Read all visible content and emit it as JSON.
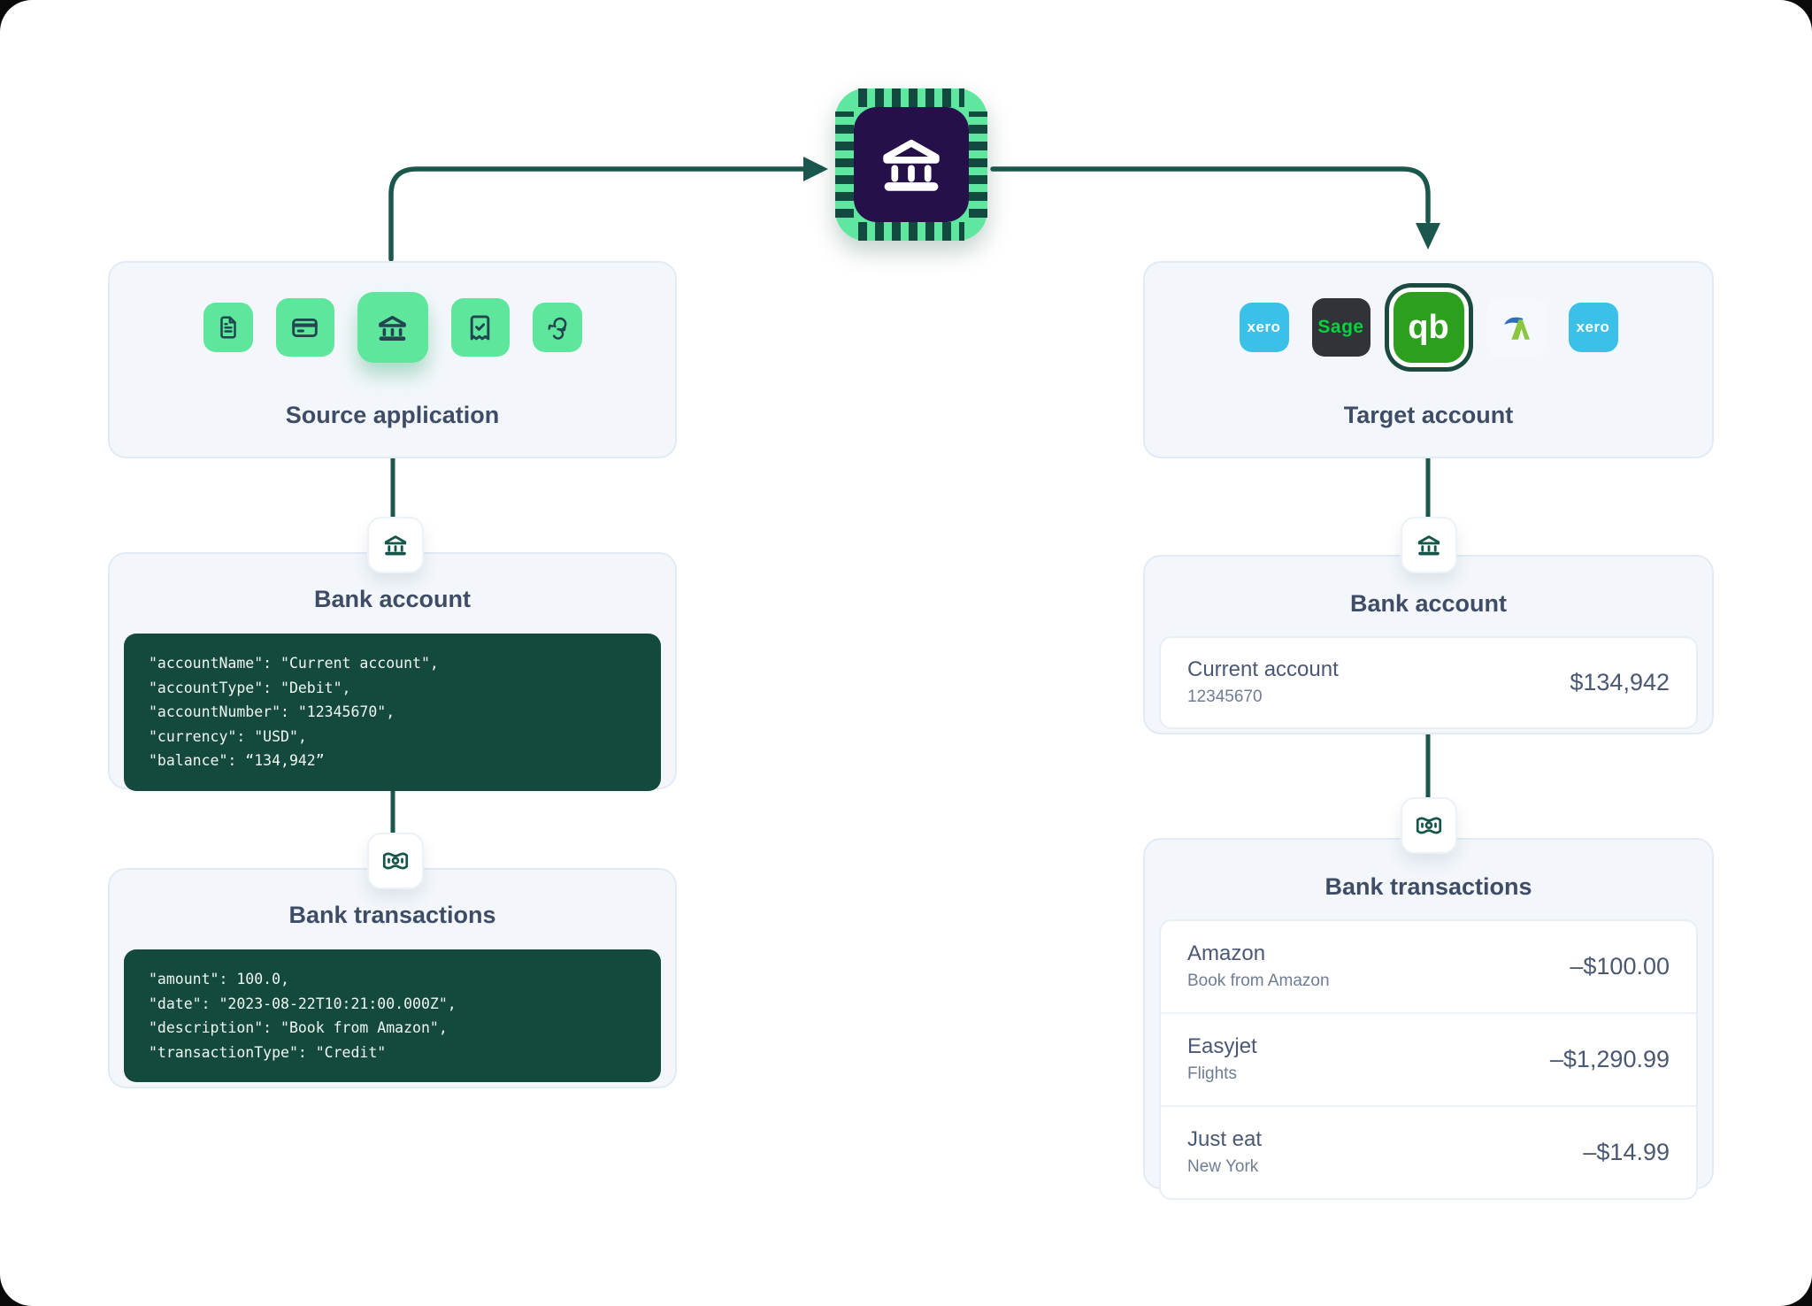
{
  "colors": {
    "accent_green": "#5FE69D",
    "connector_teal": "#1C574E",
    "code_background": "#14493D",
    "heading_slate": "#3E4C66",
    "card_background": "#F3F7FB",
    "chip_core_purple": "#26104A",
    "xero_blue": "#3BC1E8",
    "sage_green": "#00D639",
    "quickbooks_green": "#2CA01C"
  },
  "source_card": {
    "title": "Source application",
    "icons": [
      "file-document",
      "credit-card",
      "bank",
      "receipt-check",
      "currency-exchange"
    ]
  },
  "target_card": {
    "title": "Target account",
    "logos": [
      {
        "name": "xero",
        "label": "xero"
      },
      {
        "name": "sage",
        "label": "Sage"
      },
      {
        "name": "quickbooks",
        "label": "qb"
      },
      {
        "name": "freeagent",
        "label": ""
      },
      {
        "name": "xero",
        "label": "xero"
      }
    ]
  },
  "bank_account_source": {
    "title": "Bank account",
    "code": [
      "\"accountName\": \"Current account\",",
      "\"accountType\": \"Debit\",",
      "\"accountNumber\": \"12345670\",",
      "\"currency\": \"USD\",",
      "\"balance\": “134,942”"
    ]
  },
  "bank_transactions_source": {
    "title": "Bank transactions",
    "code": [
      "\"amount\": 100.0,",
      "\"date\": \"2023-08-22T10:21:00.000Z\",",
      "\"description\": \"Book from Amazon\",",
      "\"transactionType\": \"Credit\""
    ]
  },
  "bank_account_target": {
    "title": "Bank account",
    "account_name": "Current account",
    "account_number": "12345670",
    "balance": "$134,942"
  },
  "bank_transactions_target": {
    "title": "Bank transactions",
    "rows": [
      {
        "merchant": "Amazon",
        "description": "Book from Amazon",
        "amount": "–$100.00"
      },
      {
        "merchant": "Easyjet",
        "description": "Flights",
        "amount": "–$1,290.99"
      },
      {
        "merchant": "Just eat",
        "description": "New York",
        "amount": "–$14.99"
      }
    ]
  }
}
